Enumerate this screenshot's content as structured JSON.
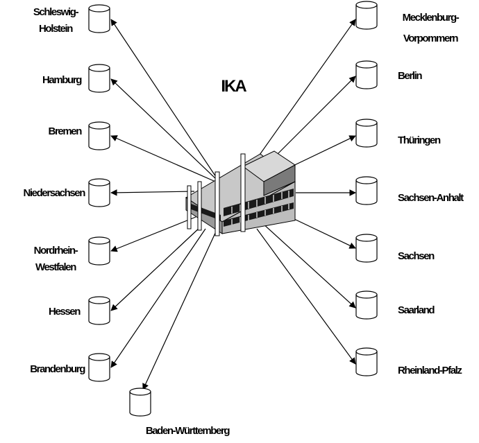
{
  "title": "IKA",
  "states": [
    {
      "id": "schleswig-holstein",
      "lines": [
        "Schleswig-",
        "Holstein"
      ]
    },
    {
      "id": "hamburg",
      "lines": [
        "Hamburg"
      ]
    },
    {
      "id": "bremen",
      "lines": [
        "Bremen"
      ]
    },
    {
      "id": "niedersachsen",
      "lines": [
        "Niedersachsen"
      ]
    },
    {
      "id": "nordrhein-westfalen",
      "lines": [
        "Nordrhein-",
        "Westfalen"
      ]
    },
    {
      "id": "hessen",
      "lines": [
        "Hessen"
      ]
    },
    {
      "id": "brandenburg",
      "lines": [
        "Brandenburg"
      ]
    },
    {
      "id": "baden-wuerttemberg",
      "lines": [
        "Baden-Württemberg"
      ]
    },
    {
      "id": "mecklenburg-vorpommern",
      "lines": [
        "Mecklenburg-",
        "Vorpommern"
      ]
    },
    {
      "id": "berlin",
      "lines": [
        "Berlin"
      ]
    },
    {
      "id": "thueringen",
      "lines": [
        "Thüringen"
      ]
    },
    {
      "id": "sachsen-anhalt",
      "lines": [
        "Sachsen-Anhalt"
      ]
    },
    {
      "id": "sachsen",
      "lines": [
        "Sachsen"
      ]
    },
    {
      "id": "saarland",
      "lines": [
        "Saarland"
      ]
    },
    {
      "id": "rheinland-pfalz",
      "lines": [
        "Rheinland-Pfalz"
      ]
    }
  ],
  "icons": {
    "node": "database-cylinder-icon",
    "hub": "office-building-icon"
  }
}
